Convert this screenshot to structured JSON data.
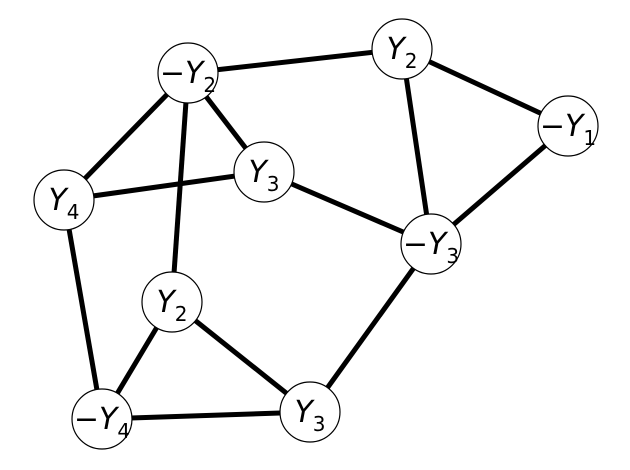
{
  "graph": {
    "colors": {
      "edge": "#000000",
      "node_fill": "#ffffff",
      "node_stroke": "#000000",
      "label": "#000000"
    },
    "nodes": [
      {
        "id": "n1",
        "sign": "−",
        "var": "Y",
        "sub": "2"
      },
      {
        "id": "n2",
        "sign": "",
        "var": "Y",
        "sub": "2"
      },
      {
        "id": "n3",
        "sign": "−",
        "var": "Y",
        "sub": "1"
      },
      {
        "id": "n4",
        "sign": "",
        "var": "Y",
        "sub": "3"
      },
      {
        "id": "n5",
        "sign": "",
        "var": "Y",
        "sub": "4"
      },
      {
        "id": "n6",
        "sign": "−",
        "var": "Y",
        "sub": "3"
      },
      {
        "id": "n7",
        "sign": "",
        "var": "Y",
        "sub": "2"
      },
      {
        "id": "n8",
        "sign": "−",
        "var": "Y",
        "sub": "4"
      },
      {
        "id": "n9",
        "sign": "",
        "var": "Y",
        "sub": "3"
      }
    ],
    "edges": [
      [
        "n1",
        "n2"
      ],
      [
        "n1",
        "n4"
      ],
      [
        "n1",
        "n5"
      ],
      [
        "n1",
        "n7"
      ],
      [
        "n2",
        "n3"
      ],
      [
        "n2",
        "n6"
      ],
      [
        "n3",
        "n6"
      ],
      [
        "n4",
        "n5"
      ],
      [
        "n4",
        "n6"
      ],
      [
        "n5",
        "n8"
      ],
      [
        "n6",
        "n9"
      ],
      [
        "n7",
        "n8"
      ],
      [
        "n7",
        "n9"
      ],
      [
        "n8",
        "n9"
      ]
    ]
  }
}
